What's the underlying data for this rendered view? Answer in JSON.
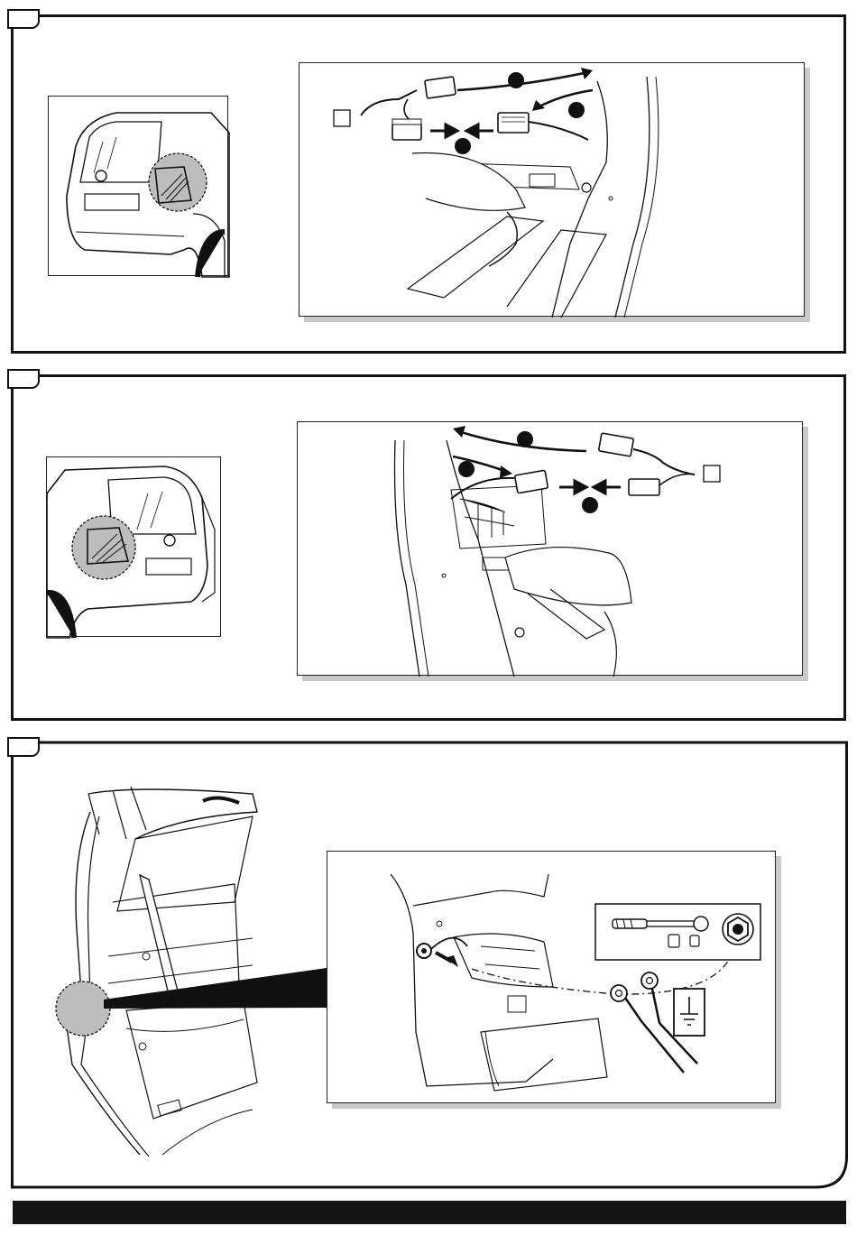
{
  "steps": [
    {
      "id": "step-1",
      "number": "",
      "callouts": [
        "",
        "",
        "",
        ""
      ]
    },
    {
      "id": "step-2",
      "number": "",
      "callouts": [
        "",
        "",
        "",
        ""
      ]
    },
    {
      "id": "step-3",
      "number": ""
    }
  ],
  "icons": [
    "ground-symbol-icon",
    "wrench-icon",
    "nut-icon",
    "ring-terminal-icon",
    "connector-icon",
    "insert-arrow-icon",
    "route-arrow-icon"
  ],
  "colors": {
    "line": "#111111",
    "highlight": "#bdbdbd",
    "shadow": "#c9c9c9",
    "footer": "#141414"
  }
}
